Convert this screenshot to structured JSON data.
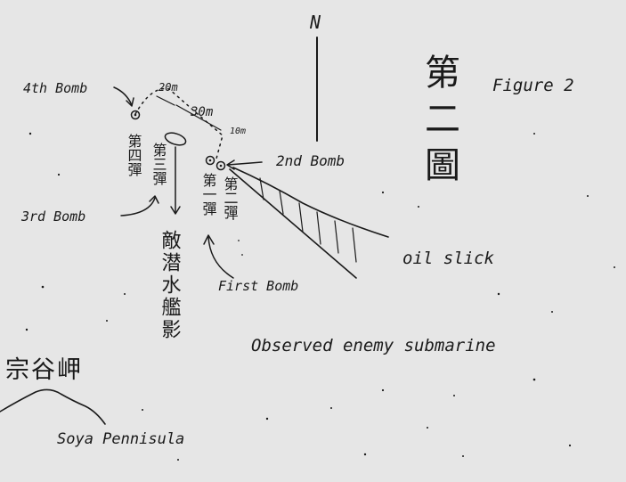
{
  "figure": {
    "label": "Figure 2",
    "japanese_title": "第二圖",
    "north_label": "N"
  },
  "bombs": {
    "first": {
      "label": "First Bomb",
      "kanji": "第一彈"
    },
    "second": {
      "label": "2nd Bomb",
      "kanji": "第二彈"
    },
    "third": {
      "label": "3rd Bomb",
      "kanji": "第三彈"
    },
    "fourth": {
      "label": "4th Bomb",
      "kanji": "第四彈"
    }
  },
  "distances": {
    "d1": "20m",
    "d2": "30m",
    "d3": "10m"
  },
  "annotations": {
    "enemy_shadow_kanji": "敵潜水艦影",
    "oil_slick": "oil slick",
    "observed": "Observed enemy submarine"
  },
  "land": {
    "label": "Soya Pennisula",
    "kanji": "宗谷岬"
  },
  "colors": {
    "ink": "#1a1a1a",
    "paper": "#e6e6e6"
  }
}
